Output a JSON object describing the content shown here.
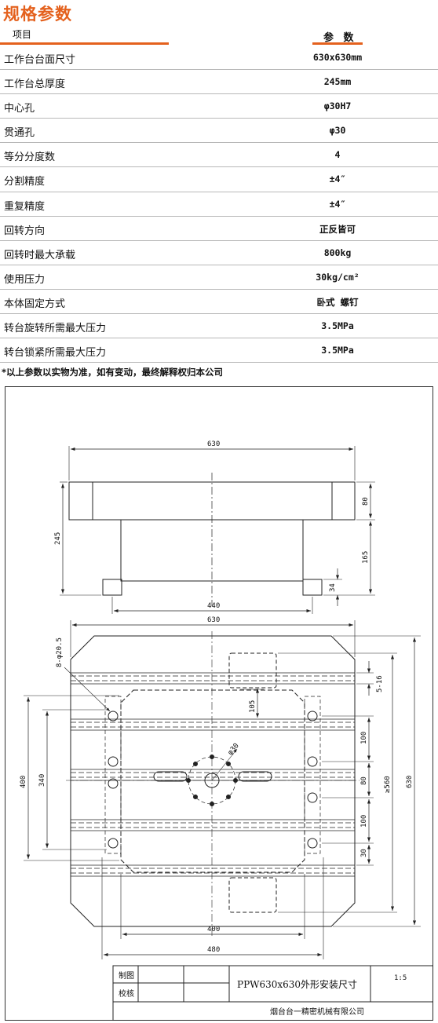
{
  "page": {
    "title": "规格参数",
    "header_item": "项目",
    "header_param": "参 数",
    "note": "*以上参数以实物为准，如有变动，最终解释权归本公司"
  },
  "specs": [
    {
      "label": "工作台台面尺寸",
      "value": "630x630mm"
    },
    {
      "label": "工作台总厚度",
      "value": "245mm"
    },
    {
      "label": "中心孔",
      "value": "φ30H7"
    },
    {
      "label": "贯通孔",
      "value": "φ30"
    },
    {
      "label": "等分分度数",
      "value": "4"
    },
    {
      "label": "分割精度",
      "value": "±4″"
    },
    {
      "label": "重复精度",
      "value": "±4″"
    },
    {
      "label": "回转方向",
      "value": "正反皆可"
    },
    {
      "label": "回转时最大承载",
      "value": "800kg"
    },
    {
      "label": "使用压力",
      "value": "30kg/cm²"
    },
    {
      "label": "本体固定方式",
      "value": "卧式 螺钉"
    },
    {
      "label": "转台旋转所需最大压力",
      "value": "3.5MPa"
    },
    {
      "label": "转台锁紧所需最大压力",
      "value": "3.5MPa"
    }
  ],
  "drawing": {
    "dims": {
      "top_width": "630",
      "total_height": "245",
      "plate_thk": "80",
      "body_h": "165",
      "foot_h": "34",
      "base_w": "440",
      "plan_width": "630",
      "hole_spec": "8-φ20.5",
      "slot_w": "5-16",
      "d105": "105",
      "d100a": "100",
      "d80": "80",
      "d100b": "100",
      "d30": "30",
      "d560": "≥560",
      "d630v": "630",
      "d400v": "400",
      "d340v": "340",
      "phi30": "φ30",
      "d400h": "400",
      "d480h": "480"
    },
    "title_block": {
      "drawn": "制图",
      "checked": "校核",
      "name": "PPW630x630外形安装尺寸",
      "scale": "1:5",
      "company": "烟台台一精密机械有限公司"
    }
  }
}
